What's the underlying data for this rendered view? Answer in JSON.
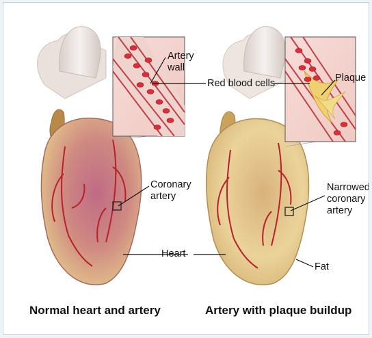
{
  "labels": {
    "artery_wall": [
      "Artery",
      "wall"
    ],
    "red_blood_cells": "Red blood cells",
    "plaque": "Plaque",
    "coronary_artery": [
      "Coronary",
      "artery"
    ],
    "narrowed_coronary_artery": [
      "Narrowed",
      "coronary",
      "artery"
    ],
    "heart": "Heart",
    "fat": "Fat"
  },
  "captions": {
    "normal": "Normal heart and artery",
    "plaque": "Artery with plaque buildup"
  },
  "colors": {
    "healthy_muscle": "#c8707e",
    "fatty_tissue": "#e6cf8c",
    "vessel": "#b8202a",
    "blood_cell": "#d8303a",
    "plaque": "#f0d070",
    "aorta": "#efe9e4"
  }
}
